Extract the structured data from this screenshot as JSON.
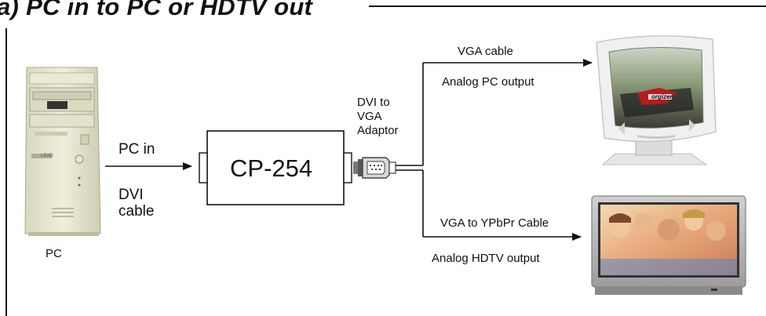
{
  "diagram": {
    "title": "a) PC in to PC or HDTV out",
    "pc": {
      "label": "PC",
      "brand": "LEAD"
    },
    "input": {
      "label": "PC in",
      "cable_line1": "DVI",
      "cable_line2": "cable"
    },
    "device": {
      "label": "CP-254"
    },
    "adaptor": {
      "line1": "DVI to",
      "line2": "VGA",
      "line3": "Adaptor"
    },
    "outputs": [
      {
        "cable": "VGA cable",
        "description": "Analog PC output"
      },
      {
        "cable": "VGA to YPbPr Cable",
        "description": "Analog HDTV output"
      }
    ],
    "monitor": {
      "badge": "orgizer"
    },
    "colors": {
      "line": "#111111",
      "case": "#e8e6cf",
      "screen_sky": "#c8d4c9",
      "tv_body": "#b9b9b9"
    }
  }
}
